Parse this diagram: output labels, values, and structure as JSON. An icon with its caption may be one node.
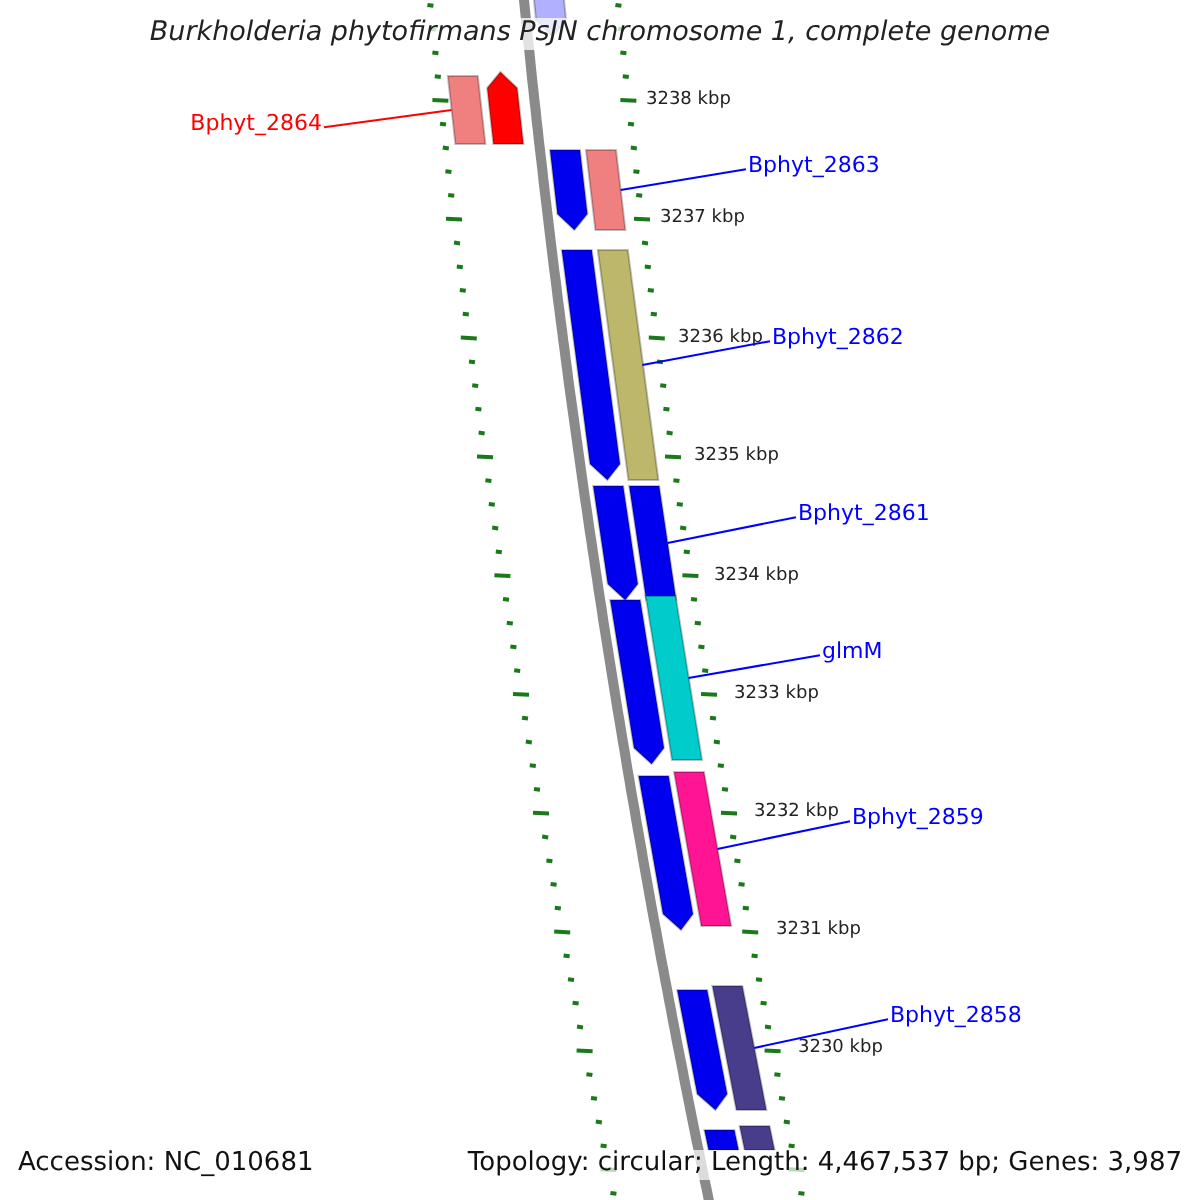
{
  "diagram": {
    "title": "Burkholderia phytofirmans PsJN chromosome 1, complete genome",
    "nodes": [
      {
        "text": [
          "Bphyt_2864"
        ]
      },
      {
        "text": [
          "Bphyt_2863"
        ]
      },
      {
        "text": [
          "Bphyt_2862"
        ]
      },
      {
        "text": [
          "Bphyt_2861"
        ]
      },
      {
        "text": [
          "glmM"
        ]
      },
      {
        "text": [
          "Bphyt_2859"
        ]
      },
      {
        "text": [
          "Bphyt_2858"
        ]
      },
      {
        "text": [],
        "shape": "arrow"
      },
      {
        "text": [],
        "shape": "bar"
      },
      {
        "text": [],
        "shape": "arrow"
      },
      {
        "text": [],
        "shape": "arrow"
      },
      {
        "text": [],
        "shape": "bar"
      },
      {
        "text": [],
        "shape": "arrow"
      },
      {
        "text": [],
        "shape": "bar"
      },
      {
        "text": [],
        "shape": "arrow"
      },
      {
        "text": [],
        "shape": "bar"
      },
      {
        "text": [],
        "shape": "arrow"
      },
      {
        "text": [],
        "shape": "bar"
      },
      {
        "text": [],
        "shape": "arrow"
      },
      {
        "text": [],
        "shape": "bar"
      },
      {
        "text": [],
        "shape": "arrow"
      },
      {
        "text": [],
        "shape": "bar"
      },
      {
        "text": [],
        "shape": "arrow"
      },
      {
        "text": [],
        "shape": "bar"
      }
    ],
    "edges": [
      {
        "from": 0,
        "to": 8,
        "arrow": "none",
        "color": "#ff0000"
      },
      {
        "from": 1,
        "to": 11,
        "arrow": "none"
      },
      {
        "from": 2,
        "to": 13,
        "arrow": "none"
      },
      {
        "from": 3,
        "to": 15,
        "arrow": "none"
      },
      {
        "from": 4,
        "to": 17,
        "arrow": "none"
      },
      {
        "from": 5,
        "to": 19,
        "arrow": "none"
      },
      {
        "from": 6,
        "to": 21,
        "arrow": "none"
      }
    ],
    "labels": [
      "3238 kbp",
      "3237 kbp",
      "3236 kbp",
      "3235 kbp",
      "3234 kbp",
      "3233 kbp",
      "3232 kbp",
      "3231 kbp",
      "3230 kbp",
      "Accession: NC_010681",
      "Topology: circular; Length: 4,467,537 bp; Genes: 3,987"
    ]
  }
}
